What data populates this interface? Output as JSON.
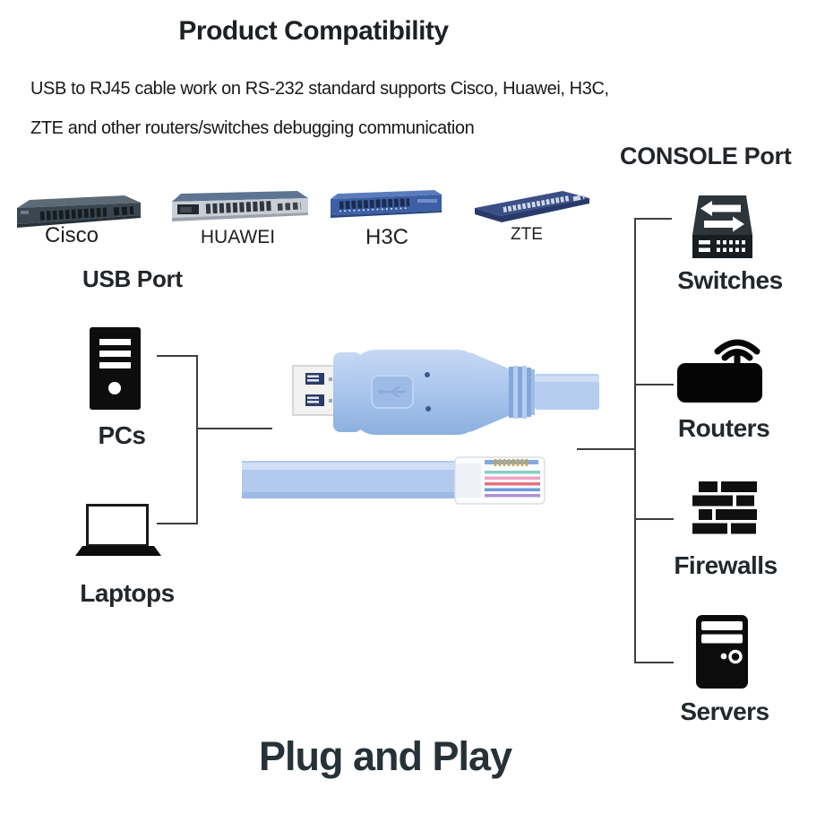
{
  "title": "Product Compatibility",
  "description": [
    "USB to RJ45 cable work on RS-232 standard supports Cisco, Huawei, H3C,",
    "ZTE and other routers/switches debugging communication"
  ],
  "headings": {
    "console_port": "CONSOLE Port",
    "usb_port": "USB Port"
  },
  "tagline": "Plug and Play",
  "brands": [
    {
      "name": "Cisco",
      "icon": "cisco-switch-photo"
    },
    {
      "name": "HUAWEI",
      "icon": "huawei-switch-photo"
    },
    {
      "name": "H3C",
      "icon": "h3c-switch-photo"
    },
    {
      "name": "ZTE",
      "icon": "zte-switch-photo"
    }
  ],
  "usb_devices": [
    {
      "label": "PCs",
      "icon": "desktop-tower-icon"
    },
    {
      "label": "Laptops",
      "icon": "laptop-icon"
    }
  ],
  "console_devices": [
    {
      "label": "Switches",
      "icon": "network-switch-icon"
    },
    {
      "label": "Routers",
      "icon": "wifi-router-icon"
    },
    {
      "label": "Firewalls",
      "icon": "firewall-brick-icon"
    },
    {
      "label": "Servers",
      "icon": "server-tower-icon"
    }
  ],
  "colors": {
    "background": "#ffffff",
    "text_dark": "#23282c",
    "connector_line": "#3f3f3f",
    "cable_blue": "#aac6ec",
    "icon_black": "#0d0d0d",
    "switch_icon_charcoal": "#2d353a"
  }
}
